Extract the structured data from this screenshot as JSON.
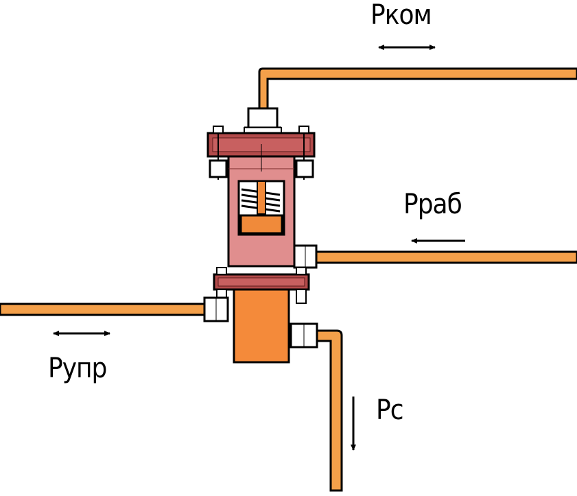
{
  "labels": {
    "command_pressure": "Pком",
    "working_pressure": "Pраб",
    "control_pressure": "Pупр",
    "drain_pressure": "Pс"
  },
  "colors": {
    "pipe_fill": "#f4a04a",
    "pipe_outline": "#000000",
    "housing_upper": "#e08e8e",
    "housing_flange": "#b24a4a",
    "housing_lower": "#f48a3a",
    "nut_fill": "#ffffff",
    "piston": "#f08a3a"
  }
}
